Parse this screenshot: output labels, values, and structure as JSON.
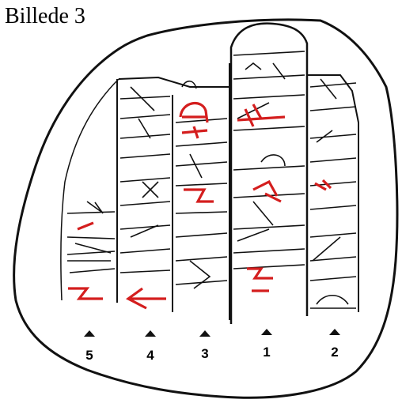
{
  "caption": "Billede 3",
  "colors": {
    "ink": "#111111",
    "highlight": "#d41e1e",
    "background": "#ffffff"
  },
  "rows": [
    {
      "label": "5"
    },
    {
      "label": "4"
    },
    {
      "label": "3"
    },
    {
      "label": "1"
    },
    {
      "label": "2"
    }
  ]
}
